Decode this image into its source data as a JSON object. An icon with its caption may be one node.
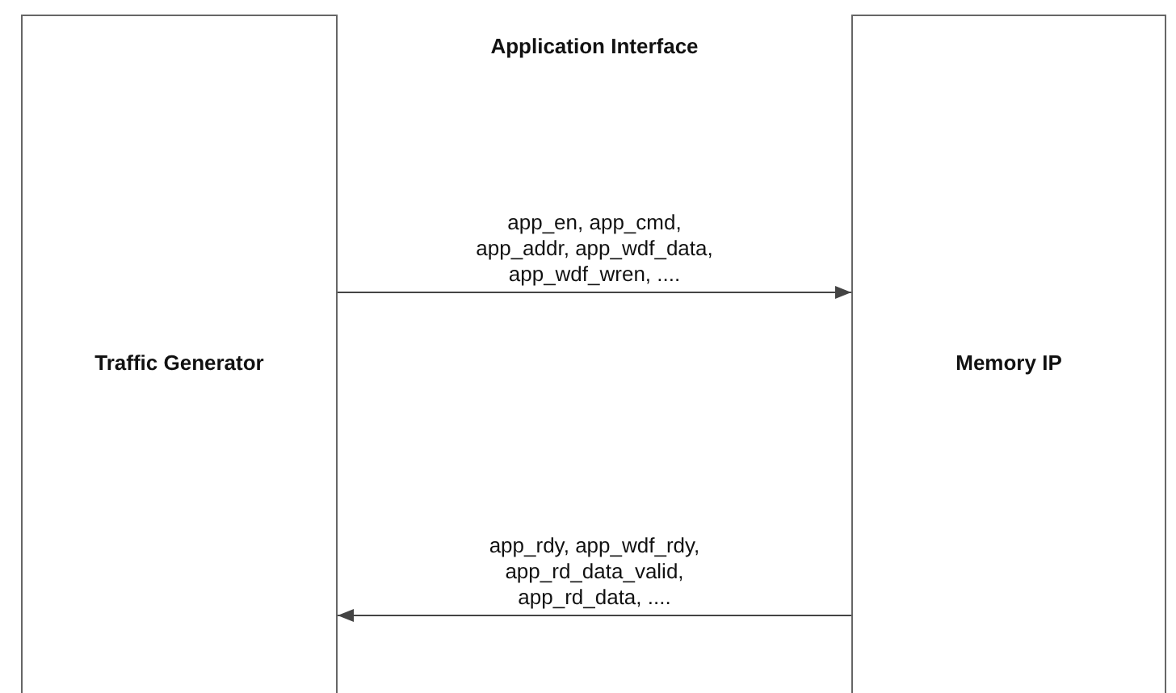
{
  "diagram": {
    "title": "Application Interface",
    "nodes": [
      {
        "text": [
          "Traffic Generator"
        ]
      },
      {
        "text": [
          "Memory IP"
        ]
      }
    ],
    "edges": [
      {
        "from": 0,
        "to": 1,
        "arrow": "to",
        "label": "app_en, app_cmd, app_addr, app_wdf_data, app_wdf_wren, ...."
      },
      {
        "from": 1,
        "to": 0,
        "arrow": "to",
        "label": "app_rdy, app_wdf_rdy, app_rd_data_valid, app_rd_data, ...."
      }
    ]
  }
}
